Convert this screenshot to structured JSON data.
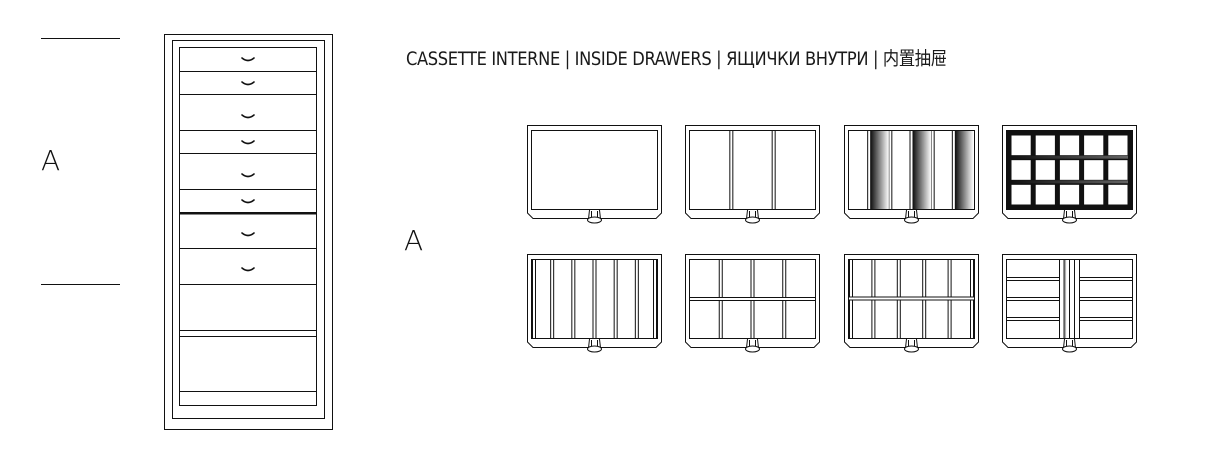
{
  "header": {
    "title": "CASSETTE INTERNE | INSIDE DRAWERS | ЯЩИЧКИ ВНУТРИ | 内置抽屉"
  },
  "elevation": {
    "label": "A",
    "drawer_handles": 8
  },
  "drawer_options": {
    "label": "A",
    "items": [
      {
        "name": "drawer-plain",
        "type": "plain"
      },
      {
        "name": "drawer-3-columns",
        "type": "columns-3"
      },
      {
        "name": "drawer-shaded-columns",
        "type": "shaded-columns"
      },
      {
        "name": "drawer-dark-grid",
        "type": "dark-grid"
      },
      {
        "name": "drawer-6-columns",
        "type": "columns-6"
      },
      {
        "name": "drawer-4x2-grid",
        "type": "grid-4x2"
      },
      {
        "name": "drawer-5x2-grid",
        "type": "grid-5x2"
      },
      {
        "name": "drawer-center-divider-rows",
        "type": "center-rows"
      }
    ]
  }
}
